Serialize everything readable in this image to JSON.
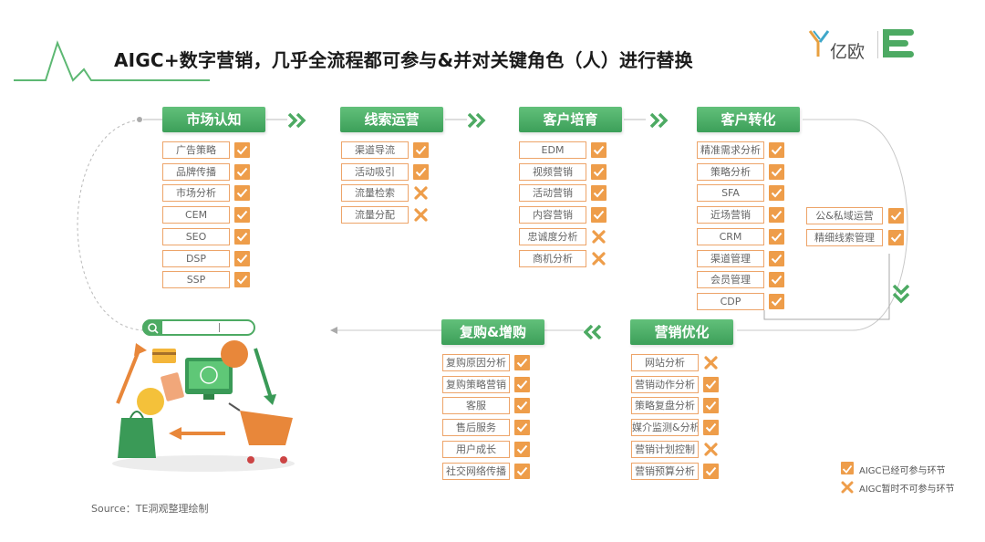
{
  "title": "AIGC+数字营销，几乎全流程都可参与&并对关键角色（人）进行替换",
  "logo": {
    "brand_text": "亿欧"
  },
  "colors": {
    "green": "#4daa63",
    "orange": "#ee9d4a",
    "border": "#eda469"
  },
  "stages": [
    {
      "id": "market",
      "label": "市场认知",
      "items": [
        {
          "text": "广告策略",
          "status": "check"
        },
        {
          "text": "品牌传播",
          "status": "check"
        },
        {
          "text": "市场分析",
          "status": "check"
        },
        {
          "text": "CEM",
          "status": "check"
        },
        {
          "text": "SEO",
          "status": "check"
        },
        {
          "text": "DSP",
          "status": "check"
        },
        {
          "text": "SSP",
          "status": "check"
        }
      ]
    },
    {
      "id": "leads",
      "label": "线索运营",
      "items": [
        {
          "text": "渠道导流",
          "status": "check"
        },
        {
          "text": "活动吸引",
          "status": "check"
        },
        {
          "text": "流量检索",
          "status": "cross"
        },
        {
          "text": "流量分配",
          "status": "cross"
        }
      ]
    },
    {
      "id": "nurture",
      "label": "客户培育",
      "items": [
        {
          "text": "EDM",
          "status": "check"
        },
        {
          "text": "视频营销",
          "status": "check"
        },
        {
          "text": "活动营销",
          "status": "check"
        },
        {
          "text": "内容营销",
          "status": "check"
        },
        {
          "text": "忠诚度分析",
          "status": "cross"
        },
        {
          "text": "商机分析",
          "status": "cross"
        }
      ]
    },
    {
      "id": "convert",
      "label": "客户转化",
      "items": [
        {
          "text": "精准需求分析",
          "status": "check"
        },
        {
          "text": "策略分析",
          "status": "check"
        },
        {
          "text": "SFA",
          "status": "check"
        },
        {
          "text": "近场营销",
          "status": "check"
        },
        {
          "text": "CRM",
          "status": "check"
        },
        {
          "text": "渠道管理",
          "status": "check"
        },
        {
          "text": "会员管理",
          "status": "check"
        },
        {
          "text": "CDP",
          "status": "check"
        }
      ],
      "sub_items": [
        {
          "text": "公&私域运营",
          "status": "check"
        },
        {
          "text": "精细线索管理",
          "status": "check"
        }
      ]
    },
    {
      "id": "optimize",
      "label": "营销优化",
      "items": [
        {
          "text": "网站分析",
          "status": "cross"
        },
        {
          "text": "营销动作分析",
          "status": "check"
        },
        {
          "text": "策略复盘分析",
          "status": "check"
        },
        {
          "text": "媒介监测&分析",
          "status": "check"
        },
        {
          "text": "营销计划控制",
          "status": "cross"
        },
        {
          "text": "营销预算分析",
          "status": "check"
        }
      ]
    },
    {
      "id": "repurchase",
      "label": "复购&增购",
      "items": [
        {
          "text": "复购原因分析",
          "status": "check"
        },
        {
          "text": "复购策略营销",
          "status": "check"
        },
        {
          "text": "客服",
          "status": "check"
        },
        {
          "text": "售后服务",
          "status": "check"
        },
        {
          "text": "用户成长",
          "status": "check"
        },
        {
          "text": "社交网络传播",
          "status": "check"
        }
      ]
    }
  ],
  "legend": [
    {
      "text": "AIGC已经可参与环节",
      "status": "check"
    },
    {
      "text": "AIGC暂时不可参与环节",
      "status": "cross"
    }
  ],
  "source": "Source：TE洞观整理绘制"
}
